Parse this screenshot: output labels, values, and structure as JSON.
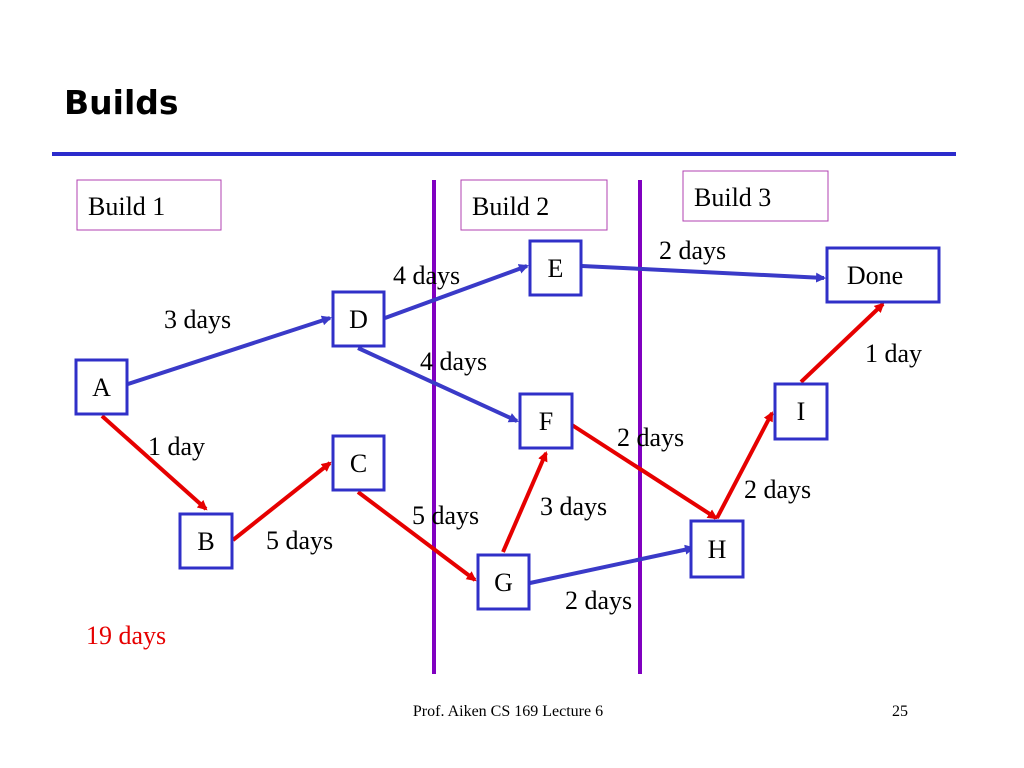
{
  "slide": {
    "title": "Builds",
    "footer": "Prof. Aiken  CS 169  Lecture 6",
    "page_number": "25",
    "total": "19 days"
  },
  "colors": {
    "header_rule": "#2b2bcc",
    "node_border": "#3030c8",
    "arrow_blue": "#3a3ac8",
    "arrow_red": "#e60000",
    "divider": "#8000c0",
    "build_box_border": "#b040b0",
    "total_text": "#e60000"
  },
  "builds": [
    "Build 1",
    "Build 2",
    "Build 3"
  ],
  "nodes": {
    "A": "A",
    "B": "B",
    "C": "C",
    "D": "D",
    "E": "E",
    "F": "F",
    "G": "G",
    "H": "H",
    "I": "I",
    "Done": "Done"
  },
  "edges": [
    {
      "from": "A",
      "to": "D",
      "label": "3 days",
      "critical": false
    },
    {
      "from": "A",
      "to": "B",
      "label": "1 day",
      "critical": true
    },
    {
      "from": "B",
      "to": "C",
      "label": "5 days",
      "critical": true
    },
    {
      "from": "D",
      "to": "E",
      "label": "4 days",
      "critical": false
    },
    {
      "from": "D",
      "to": "F",
      "label": "4 days",
      "critical": false
    },
    {
      "from": "C",
      "to": "G",
      "label": "5 days",
      "critical": true
    },
    {
      "from": "G",
      "to": "F",
      "label": "3 days",
      "critical": true
    },
    {
      "from": "E",
      "to": "Done",
      "label": "2 days",
      "critical": false
    },
    {
      "from": "F",
      "to": "H",
      "label": "2 days",
      "critical": true
    },
    {
      "from": "G",
      "to": "H",
      "label": "2 days",
      "critical": false
    },
    {
      "from": "H",
      "to": "I",
      "label": "2 days",
      "critical": true
    },
    {
      "from": "I",
      "to": "Done",
      "label": "1 day",
      "critical": true
    }
  ]
}
